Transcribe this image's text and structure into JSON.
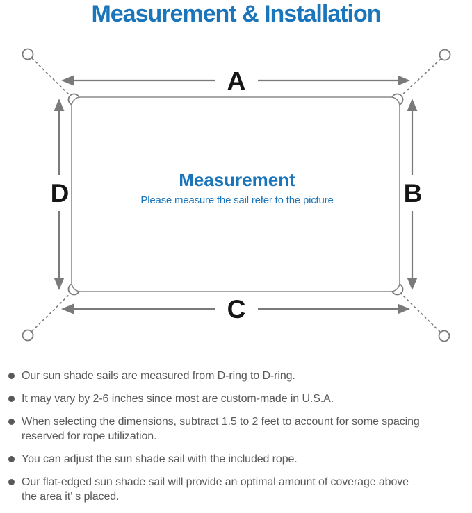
{
  "title": "Measurement & Installation",
  "colors": {
    "accent_blue": "#1b75bb",
    "diagram_gray": "#7a7a7a",
    "sail_outline_gray": "#8a8a8a",
    "body_text_gray": "#595959",
    "label_black": "#151515"
  },
  "diagram": {
    "labels": {
      "top": "A",
      "right": "B",
      "bottom": "C",
      "left": "D"
    },
    "center_title": "Measurement",
    "center_subtitle": "Please measure the sail refer to the picture"
  },
  "bullets": [
    {
      "text": "Our sun shade sails are measured from D-ring to D-ring."
    },
    {
      "text": "It may vary by 2-6 inches since most are custom-made in U.S.A."
    },
    {
      "text": "When selecting the dimensions, subtract 1.5 to 2 feet to account for some spacing\nreserved for rope utilization."
    },
    {
      "text": "You can adjust the sun shade sail with the included rope."
    },
    {
      "text": "Our flat-edged sun shade sail will provide an optimal amount of coverage above\nthe area it’ s placed."
    }
  ]
}
